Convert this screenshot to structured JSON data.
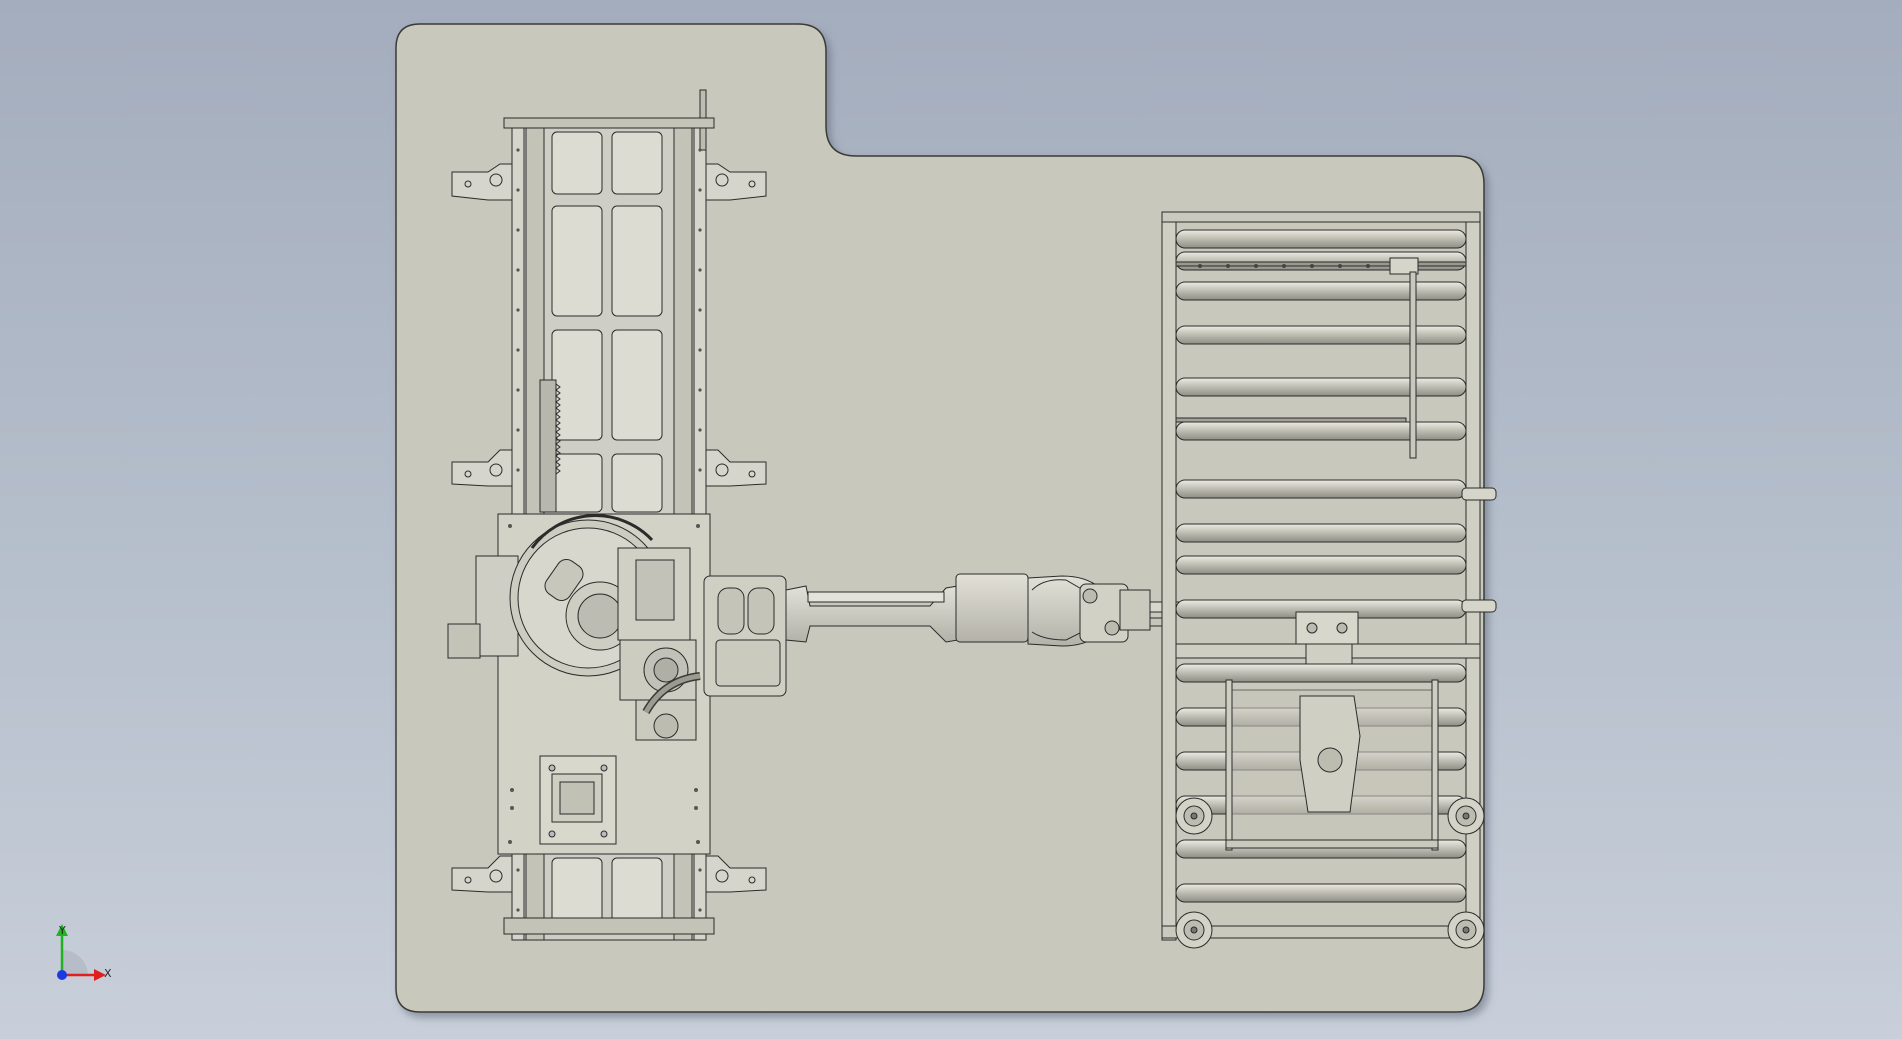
{
  "view": {
    "triad": {
      "x_label": "X",
      "y_label": "Y",
      "x_color": "#e0201c",
      "y_color": "#1fb31f",
      "z_color": "#1c3ae0"
    },
    "colors": {
      "background_top": "#a4adbd",
      "background_bottom": "#c8cfda",
      "floor_plate": "#c9c8bd",
      "part_face": "#d6d5cb",
      "roller": "#c2c1b6",
      "outline": "#2b2b2b"
    },
    "model": {
      "components": [
        "floor-plate",
        "linear-track",
        "robot-base",
        "robot-arm",
        "end-effector",
        "roller-conveyor"
      ]
    }
  }
}
